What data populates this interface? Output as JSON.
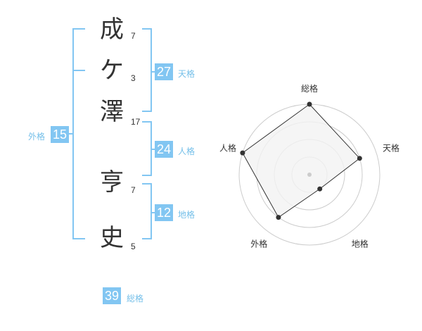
{
  "name": {
    "chars": [
      {
        "char": "成",
        "strokes": "7"
      },
      {
        "char": "ケ",
        "strokes": "3"
      },
      {
        "char": "澤",
        "strokes": "17"
      },
      {
        "char": "亨",
        "strokes": "7"
      },
      {
        "char": "史",
        "strokes": "5"
      }
    ]
  },
  "kaku": {
    "tenkaku": {
      "label": "天格",
      "value": "27"
    },
    "jinkaku": {
      "label": "人格",
      "value": "24"
    },
    "chikaku": {
      "label": "地格",
      "value": "12"
    },
    "gaikaku": {
      "label": "外格",
      "value": "15"
    },
    "soukaku": {
      "label": "総格",
      "value": "39"
    }
  },
  "chart_data": {
    "type": "radar",
    "axes": [
      "総格",
      "天格",
      "地格",
      "外格",
      "人格"
    ],
    "values": [
      1.0,
      0.75,
      0.25,
      0.75,
      1.0
    ],
    "scale_max": 1.0,
    "rings": 4,
    "colors": {
      "fill": "#f2f2f2",
      "line": "#333333",
      "grid": "#cccccc",
      "accent": "#82c6f2"
    }
  }
}
